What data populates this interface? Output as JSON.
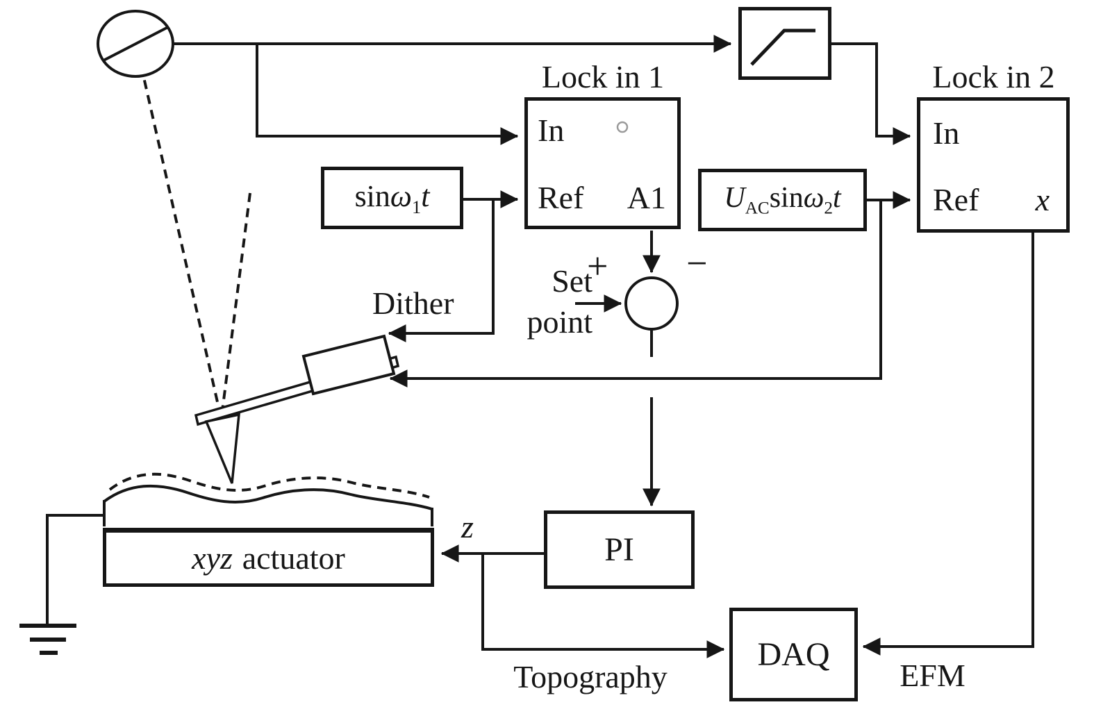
{
  "boxes": {
    "lockin1": {
      "title": "Lock in 1",
      "in": "In",
      "ref": "Ref",
      "out": "A1"
    },
    "lockin2": {
      "title": "Lock in 2",
      "in": "In",
      "ref": "Ref",
      "out": "x"
    },
    "sine1": {
      "fn": "sin",
      "omega": "ω",
      "sub": "1",
      "var": "t"
    },
    "sine2": {
      "u": "U",
      "usub": "AC",
      "fn": "sin",
      "omega": "ω",
      "sub": "2",
      "var": "t"
    },
    "pi": {
      "label": "PI"
    },
    "daq": {
      "label": "DAQ"
    },
    "actuator": {
      "var": "xyz",
      "label": "actuator"
    }
  },
  "labels": {
    "dither": "Dither",
    "setpoint_line1": "Set",
    "setpoint_line2": "point",
    "plus": "+",
    "minus": "−",
    "z": "z",
    "topography": "Topography",
    "efm": "EFM"
  },
  "symbols": {
    "photodetector": "photodetector-symbol",
    "filter": "low-pass-filter-symbol",
    "summing_junction": "summing-junction-symbol",
    "ground": "ground-symbol",
    "laser": "laser-beam-dashed",
    "cantilever": "cantilever-and-tip",
    "sample": "sample-surface-wave"
  },
  "colors": {
    "line": "#161616",
    "background": "#ffffff",
    "dot": "#9a9a9a"
  }
}
